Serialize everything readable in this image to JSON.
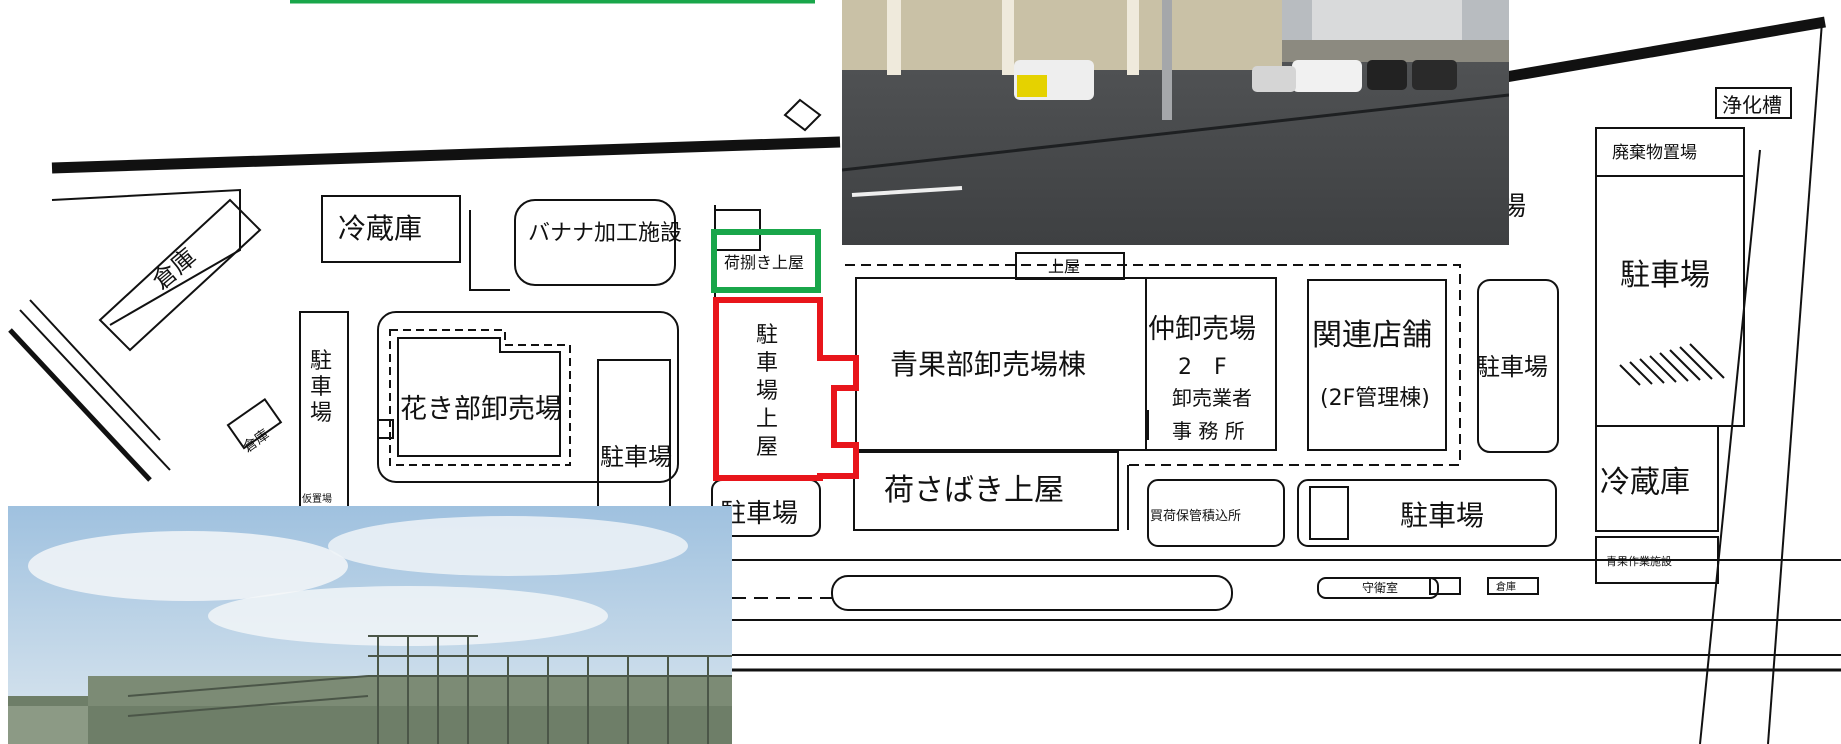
{
  "map": {
    "labels": {
      "warehouse_top": "倉庫",
      "cold_storage_top": "冷蔵庫",
      "banana": "バナナ加工施設",
      "sorting_roof": "荷捌き上屋",
      "roof_small": "上屋",
      "vegetable_building": "青果部卸売場棟",
      "middle_wholesale": "仲卸売場",
      "office_lines": [
        "2　F",
        "卸売業者",
        "事 務 所"
      ],
      "related_shops": "関連店舗",
      "mgmt": "(2F管理棟)",
      "flower": "花き部卸売場",
      "parking_vertical": "駐車場",
      "parking_center": "駐車場",
      "parking_right": "駐車場",
      "parking_bottom_left": "駐車場",
      "parking_bottom_right": "駐車場",
      "parking_far_right": "駐車場",
      "unloading_roof": "荷さばき上屋",
      "goods_storage": "買荷保管積込所",
      "waste": "廃棄物置場",
      "purification": "浄化槽",
      "cold_storage_right": "冷蔵庫",
      "veg_work": "青果作業施設",
      "guard": "守衛室",
      "warehouse_small": "倉庫",
      "warehouse_left": "倉庫",
      "temp_left": "仮置場",
      "cut_text": "駐車場",
      "parking_partial": "場"
    },
    "red_highlight_text": "駐車場上屋",
    "colors": {
      "green": "#19a64a",
      "red": "#e8151b",
      "line": "#111111"
    }
  },
  "photos": {
    "top_photo": "parking-roof-photo",
    "bottom_photo": "construction-photo"
  }
}
